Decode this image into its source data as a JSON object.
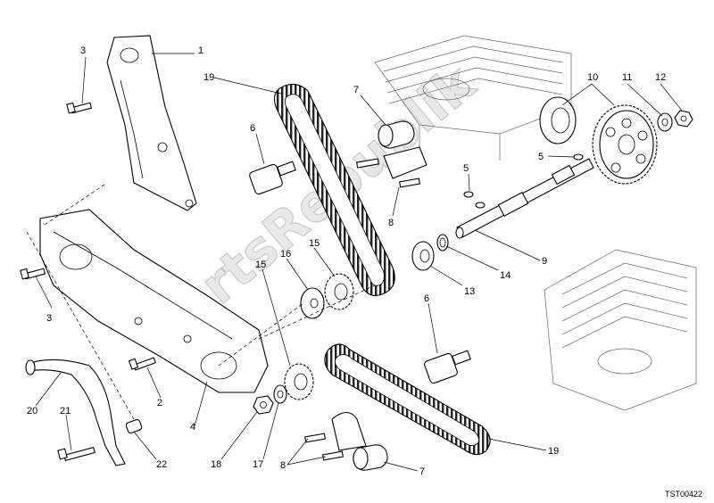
{
  "callouts": [
    {
      "id": "c1",
      "text": "1"
    },
    {
      "id": "c19a",
      "text": "19"
    },
    {
      "id": "c7a",
      "text": "7"
    },
    {
      "id": "c10",
      "text": "10"
    },
    {
      "id": "c11",
      "text": "11"
    },
    {
      "id": "c12",
      "text": "12"
    },
    {
      "id": "c3a",
      "text": "3"
    },
    {
      "id": "c6a",
      "text": "6"
    },
    {
      "id": "c5a",
      "text": "5"
    },
    {
      "id": "c5b",
      "text": "5"
    },
    {
      "id": "c8a",
      "text": "8"
    },
    {
      "id": "c9",
      "text": "9"
    },
    {
      "id": "c14",
      "text": "14"
    },
    {
      "id": "c13",
      "text": "13"
    },
    {
      "id": "c15a",
      "text": "15"
    },
    {
      "id": "c16",
      "text": "16"
    },
    {
      "id": "c15b",
      "text": "15"
    },
    {
      "id": "c3b",
      "text": "3"
    },
    {
      "id": "c6b",
      "text": "6"
    },
    {
      "id": "c2",
      "text": "2"
    },
    {
      "id": "c4",
      "text": "4"
    },
    {
      "id": "c20",
      "text": "20"
    },
    {
      "id": "c21",
      "text": "21"
    },
    {
      "id": "c22",
      "text": "22"
    },
    {
      "id": "c18",
      "text": "18"
    },
    {
      "id": "c17",
      "text": "17"
    },
    {
      "id": "c8b",
      "text": "8"
    },
    {
      "id": "c7b",
      "text": "7"
    },
    {
      "id": "c19b",
      "text": "19"
    }
  ],
  "drawing_code": "TST00422",
  "watermark": "PartsRepublik"
}
